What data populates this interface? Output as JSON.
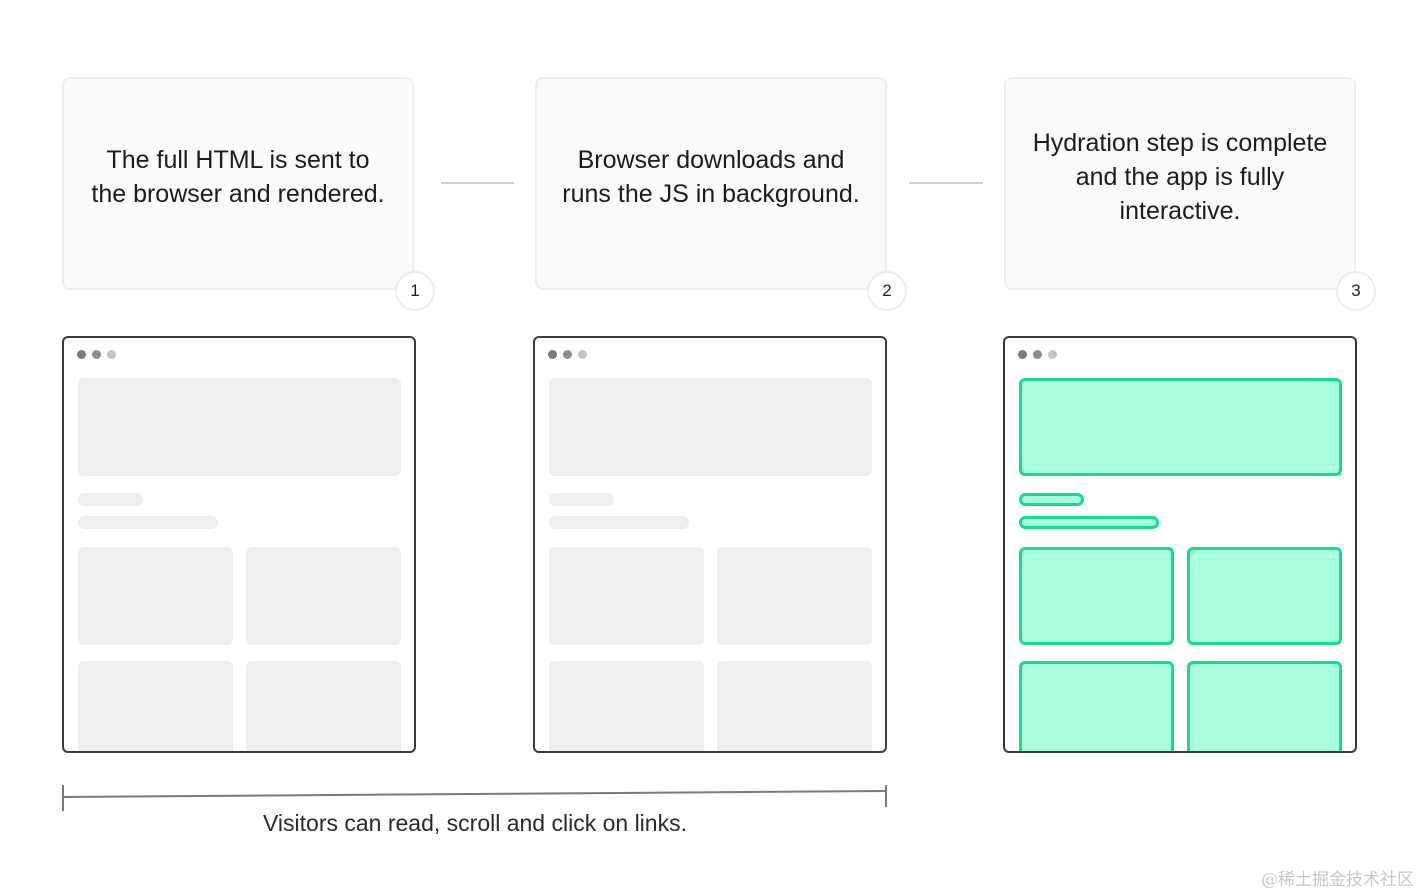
{
  "steps": [
    {
      "number": "1",
      "text": "The full HTML is sent to the browser and rendered."
    },
    {
      "number": "2",
      "text": "Browser downloads and runs the JS in background."
    },
    {
      "number": "3",
      "text": "Hydration step is complete and the app is fully interactive."
    }
  ],
  "browsers": [
    {
      "state": "rendered"
    },
    {
      "state": "loading"
    },
    {
      "state": "hydrated"
    }
  ],
  "colors": {
    "placeholder": "#eeeeee",
    "hydrated_fill": "#a8ffdc",
    "hydrated_border": "#19d98b",
    "frame": "#3a3a3a"
  },
  "caption": "Visitors can read, scroll and click on links.",
  "watermark": "@稀土掘金技术社区"
}
